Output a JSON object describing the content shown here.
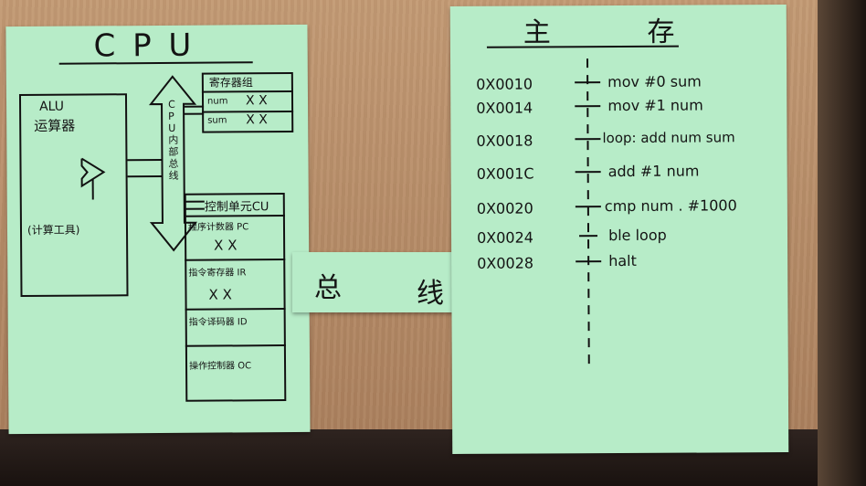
{
  "cpu_sheet": {
    "title": "C P U",
    "alu": {
      "name": "ALU",
      "label": "运算器",
      "note": "(计算工具)"
    },
    "bus_label": "CPU内部总线",
    "registers": {
      "title": "寄存器组",
      "rows": [
        {
          "name": "num",
          "value": "X X"
        },
        {
          "name": "sum",
          "value": "X X"
        }
      ]
    },
    "control_unit": {
      "title": "控制单元CU",
      "sections": [
        {
          "label": "程序计数器 PC",
          "value": "X X"
        },
        {
          "label": "指令寄存器 IR",
          "value": "X X"
        },
        {
          "label": "指令译码器 ID",
          "value": ""
        },
        {
          "label": "操作控制器 OC",
          "value": ""
        }
      ]
    }
  },
  "bus_strip": {
    "left": "总",
    "right": "线"
  },
  "memory_sheet": {
    "title": "主 存",
    "rows": [
      {
        "address": "0X0010",
        "instruction": "mov #0 sum"
      },
      {
        "address": "0X0014",
        "instruction": "mov #1 num"
      },
      {
        "address": "0X0018",
        "instruction": "loop: add num sum"
      },
      {
        "address": "0X001C",
        "instruction": "add #1 num"
      },
      {
        "address": "0X0020",
        "instruction": "cmp num . #1000"
      },
      {
        "address": "0X0024",
        "instruction": "ble loop"
      },
      {
        "address": "0X0028",
        "instruction": "halt"
      }
    ]
  }
}
